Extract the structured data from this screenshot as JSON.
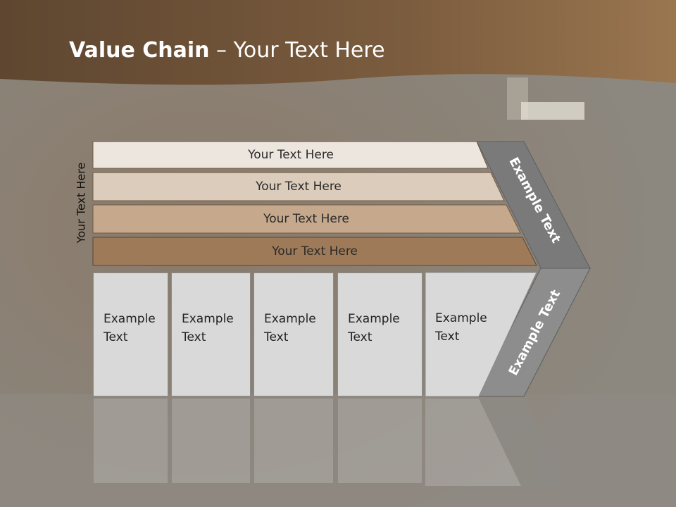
{
  "slide": {
    "title_bold": "Value Chain",
    "title_rest": " – Your Text Here",
    "side_label": "Your Text Here"
  },
  "bands": [
    {
      "label": "Your Text Here",
      "color": "#ede6df"
    },
    {
      "label": "Your Text Here",
      "color": "#dcccbb"
    },
    {
      "label": "Your Text Here",
      "color": "#c6a98d"
    },
    {
      "label": "Your Text Here",
      "color": "#9e7a58"
    }
  ],
  "boxes": [
    {
      "line1": "Example",
      "line2": "Text"
    },
    {
      "line1": "Example",
      "line2": "Text"
    },
    {
      "line1": "Example",
      "line2": "Text"
    },
    {
      "line1": "Example",
      "line2": "Text"
    },
    {
      "line1": "Example",
      "line2": "Text"
    }
  ],
  "chevron": {
    "upper_text": "Example Text",
    "lower_text": "Example Text",
    "upper_color": "#7a7a7a",
    "lower_color": "#8d8d8d"
  },
  "colors": {
    "header": "#7a5a3a",
    "background": "#8e8880"
  }
}
